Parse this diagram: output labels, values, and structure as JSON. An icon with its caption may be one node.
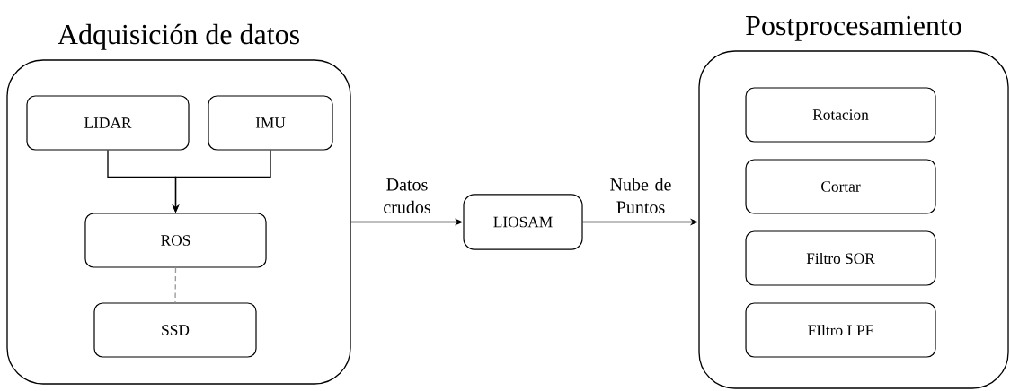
{
  "diagram": {
    "nodes": [
      {
        "text": [
          "Adquisición de datos"
        ]
      },
      {
        "text": [
          "LIDAR"
        ],
        "in": 0
      },
      {
        "text": [
          "IMU"
        ],
        "in": 0
      },
      {
        "text": [
          "ROS"
        ],
        "in": 0
      },
      {
        "text": [
          "SSD"
        ],
        "in": 0
      },
      {
        "text": [
          "LIOSAM"
        ]
      },
      {
        "text": [
          "Postprocesamiento"
        ]
      },
      {
        "text": [
          "Rotacion"
        ],
        "in": 6
      },
      {
        "text": [
          "Cortar"
        ],
        "in": 6
      },
      {
        "text": [
          "Filtro SOR"
        ],
        "in": 6
      },
      {
        "text": [
          "FIltro LPF"
        ],
        "in": 6
      }
    ],
    "edges": [
      {
        "from": 1,
        "to": 3,
        "arrow": "to"
      },
      {
        "from": 2,
        "to": 3,
        "arrow": "to"
      },
      {
        "from": 3,
        "to": 4,
        "arrow": "none",
        "style": "dashed",
        "color": "#999999"
      },
      {
        "from": 0,
        "to": 5,
        "arrow": "to",
        "label": "Datos crudos"
      },
      {
        "from": 5,
        "to": 6,
        "arrow": "to",
        "label": "Nube de Puntos"
      }
    ]
  }
}
